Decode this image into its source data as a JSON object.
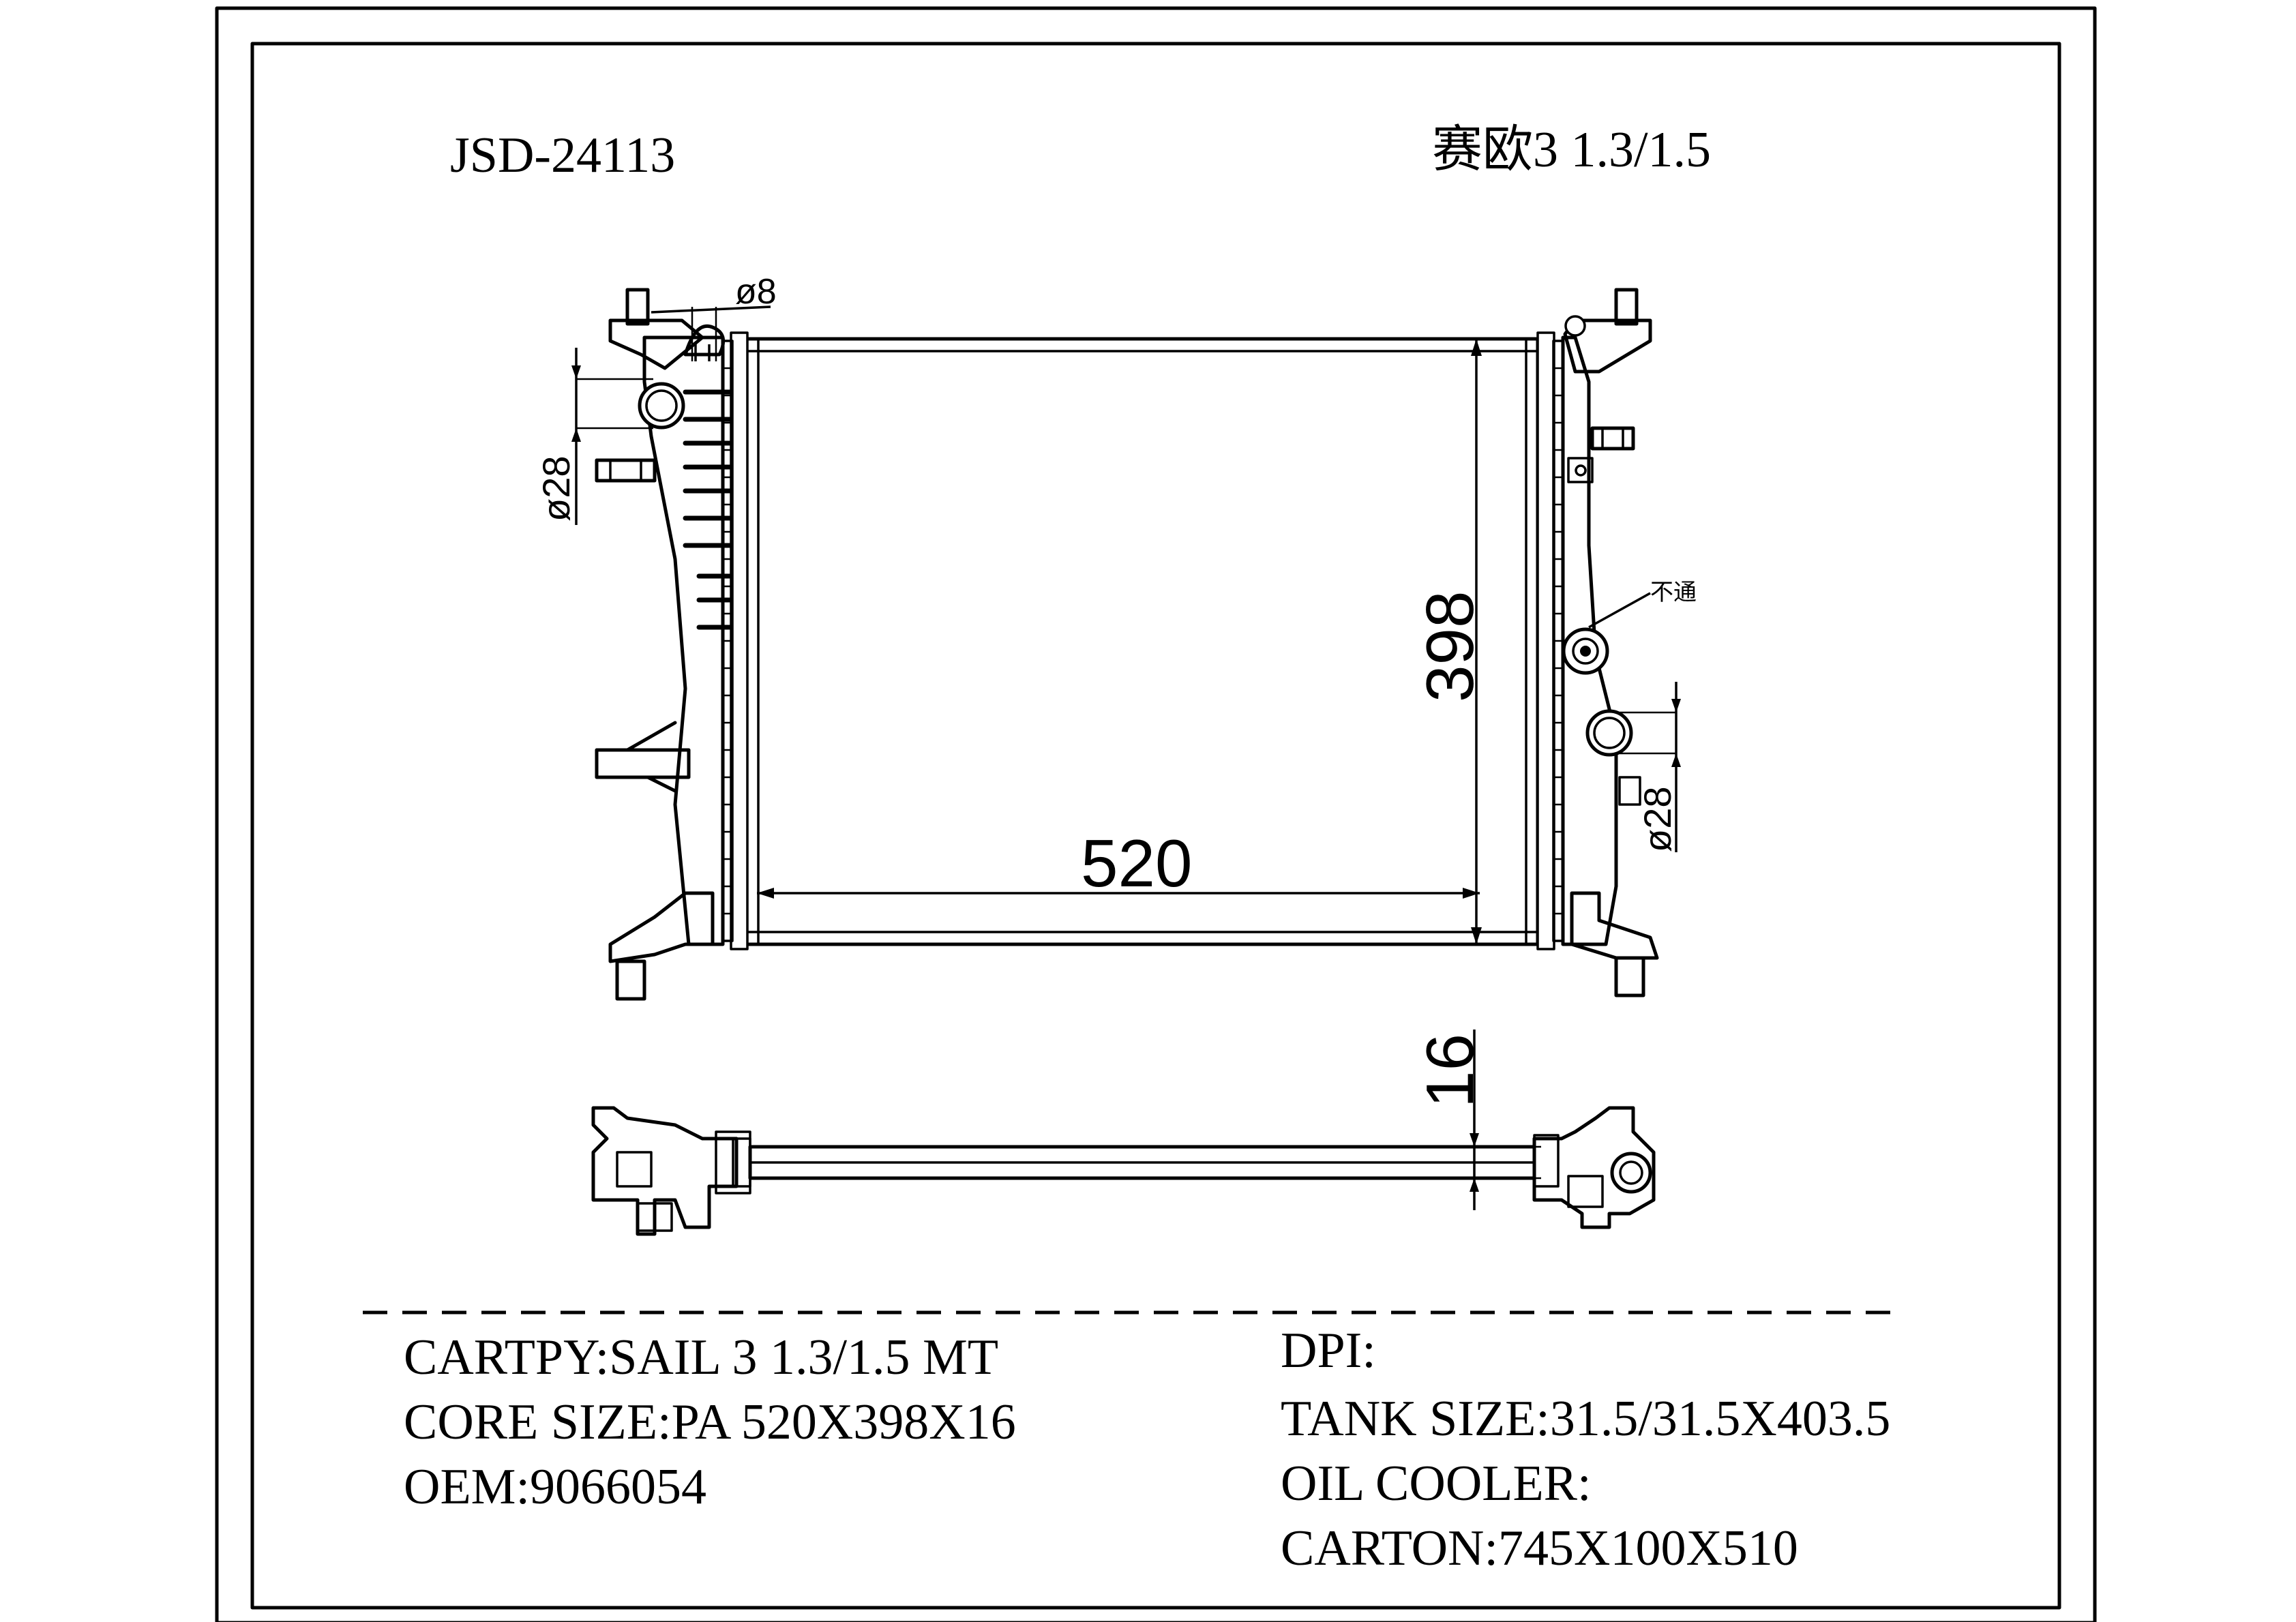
{
  "header": {
    "part_number": "JSD-24113",
    "model": "赛欧3 1.3/1.5"
  },
  "dimensions": {
    "width": "520",
    "height": "398",
    "thickness": "16",
    "inlet_pipe": "ø28",
    "outlet_pipe": "ø28",
    "small_pipe": "ø8"
  },
  "callouts": {
    "blocked_port": "不通"
  },
  "specs": {
    "cartpy": "CARTPY:SAIL 3 1.3/1.5 MT",
    "core_size": "CORE SIZE:PA 520X398X16",
    "oem": "OEM:9066054",
    "dpi": "DPI:",
    "tank_size": "TANK SIZE:31.5/31.5X403.5",
    "oil_cooler": "OIL COOLER:",
    "carton": "CARTON:745X100X510"
  }
}
